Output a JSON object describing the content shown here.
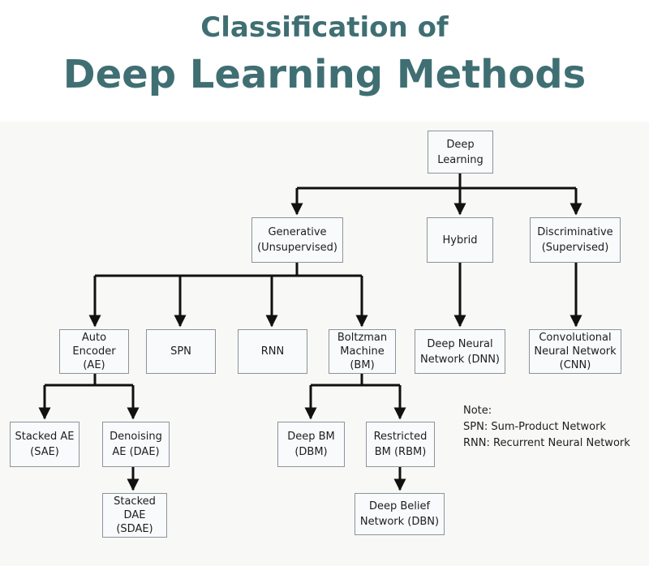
{
  "title": {
    "line1": "Classification of",
    "line2": "Deep Learning Methods"
  },
  "colors": {
    "title": "#3f6f73",
    "connector": "#111111",
    "box_border": "#8c9498"
  },
  "nodes": {
    "deep_learning": "Deep\nLearning",
    "generative": "Generative\n(Unsupervised)",
    "hybrid": "Hybrid",
    "discriminative": "Discriminative\n(Supervised)",
    "auto_encoder": "Auto\nEncoder\n(AE)",
    "spn": "SPN",
    "rnn": "RNN",
    "boltzman_machine": "Boltzman\nMachine\n(BM)",
    "dnn": "Deep Neural\nNetwork (DNN)",
    "cnn": "Convolutional\nNeural Network\n(CNN)",
    "stacked_ae": "Stacked AE\n(SAE)",
    "denoising_ae": "Denoising\nAE (DAE)",
    "deep_bm": "Deep BM\n(DBM)",
    "restricted_bm": "Restricted\nBM (RBM)",
    "stacked_dae": "Stacked\nDAE\n(SDAE)",
    "dbn": "Deep Belief\nNetwork (DBN)"
  },
  "note": {
    "heading": "Note:",
    "lines": [
      "SPN: Sum-Product Network",
      "RNN: Recurrent Neural Network"
    ]
  }
}
